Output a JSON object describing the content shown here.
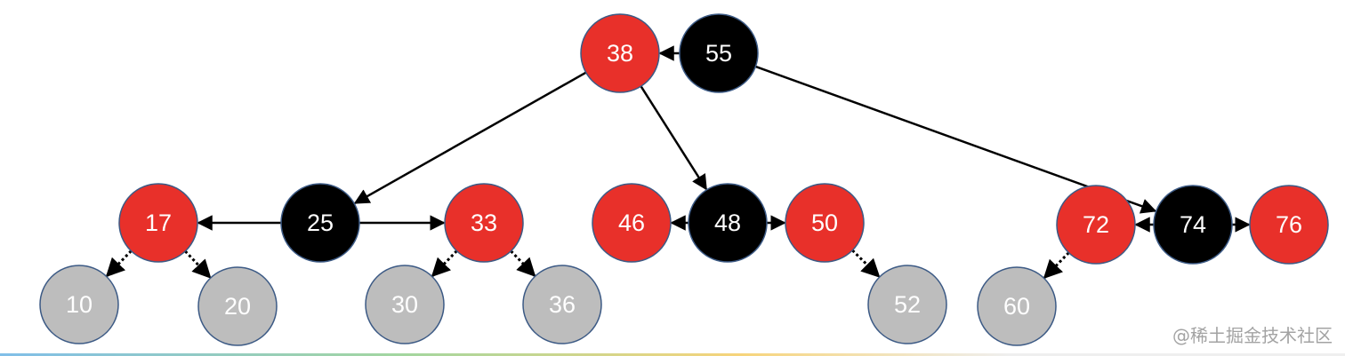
{
  "colors": {
    "red": "#e8302a",
    "black": "#000000",
    "gray": "#bdbdbd",
    "stroke": "#3c5a85"
  },
  "nodes": [
    {
      "id": "n38",
      "label": "38",
      "color": "red"
    },
    {
      "id": "n55",
      "label": "55",
      "color": "black"
    },
    {
      "id": "n17",
      "label": "17",
      "color": "red"
    },
    {
      "id": "n25",
      "label": "25",
      "color": "black"
    },
    {
      "id": "n33",
      "label": "33",
      "color": "red"
    },
    {
      "id": "n46",
      "label": "46",
      "color": "red"
    },
    {
      "id": "n48",
      "label": "48",
      "color": "black"
    },
    {
      "id": "n50",
      "label": "50",
      "color": "red"
    },
    {
      "id": "n72",
      "label": "72",
      "color": "red"
    },
    {
      "id": "n74",
      "label": "74",
      "color": "black"
    },
    {
      "id": "n76",
      "label": "76",
      "color": "red"
    },
    {
      "id": "n10",
      "label": "10",
      "color": "gray"
    },
    {
      "id": "n20",
      "label": "20",
      "color": "gray"
    },
    {
      "id": "n30",
      "label": "30",
      "color": "gray"
    },
    {
      "id": "n36",
      "label": "36",
      "color": "gray"
    },
    {
      "id": "n52",
      "label": "52",
      "color": "gray"
    },
    {
      "id": "n60",
      "label": "60",
      "color": "gray"
    }
  ],
  "edges": [
    {
      "from": "n55",
      "to": "n38",
      "style": "solid"
    },
    {
      "from": "n38",
      "to": "n25",
      "style": "solid"
    },
    {
      "from": "n38",
      "to": "n48",
      "style": "solid"
    },
    {
      "from": "n55",
      "to": "n74",
      "style": "solid"
    },
    {
      "from": "n25",
      "to": "n17",
      "style": "solid"
    },
    {
      "from": "n25",
      "to": "n33",
      "style": "solid"
    },
    {
      "from": "n48",
      "to": "n46",
      "style": "solid"
    },
    {
      "from": "n48",
      "to": "n50",
      "style": "solid"
    },
    {
      "from": "n74",
      "to": "n72",
      "style": "solid"
    },
    {
      "from": "n74",
      "to": "n76",
      "style": "solid"
    },
    {
      "from": "n17",
      "to": "n10",
      "style": "dotted"
    },
    {
      "from": "n17",
      "to": "n20",
      "style": "dotted"
    },
    {
      "from": "n33",
      "to": "n30",
      "style": "dotted"
    },
    {
      "from": "n33",
      "to": "n36",
      "style": "dotted"
    },
    {
      "from": "n50",
      "to": "n52",
      "style": "dotted"
    },
    {
      "from": "n72",
      "to": "n60",
      "style": "dotted"
    }
  ],
  "watermark": "@稀土掘金技术社区"
}
